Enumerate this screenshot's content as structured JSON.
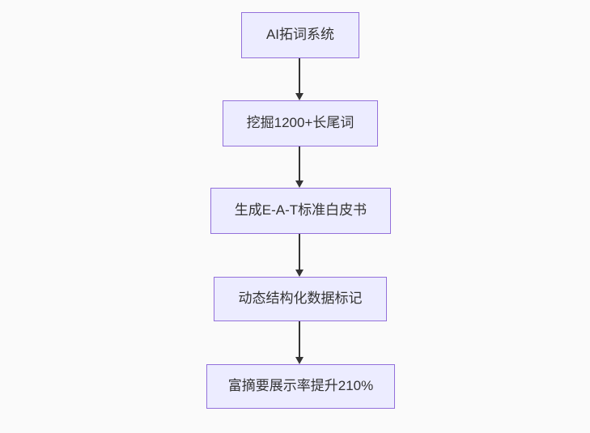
{
  "diagram": {
    "type": "flowchart-top-down",
    "nodes": [
      {
        "id": "step-1",
        "label": "AI拓词系统"
      },
      {
        "id": "step-2",
        "label": "挖掘1200+长尾词"
      },
      {
        "id": "step-3",
        "label": "生成E-A-T标准白皮书"
      },
      {
        "id": "step-4",
        "label": "动态结构化数据标记"
      },
      {
        "id": "step-5",
        "label": "富摘要展示率提升210%"
      }
    ],
    "edges": [
      {
        "from": "AI拓词系统",
        "to": "挖掘1200+长尾词"
      },
      {
        "from": "挖掘1200+长尾词",
        "to": "生成E-A-T标准白皮书"
      },
      {
        "from": "生成E-A-T标准白皮书",
        "to": "动态结构化数据标记"
      },
      {
        "from": "动态结构化数据标记",
        "to": "富摘要展示率提升210%"
      }
    ],
    "colors": {
      "node_fill": "#ECECFF",
      "node_border": "#9370DB",
      "node_text": "#333333",
      "arrow": "#333333",
      "background": "#FAFAFA"
    }
  }
}
